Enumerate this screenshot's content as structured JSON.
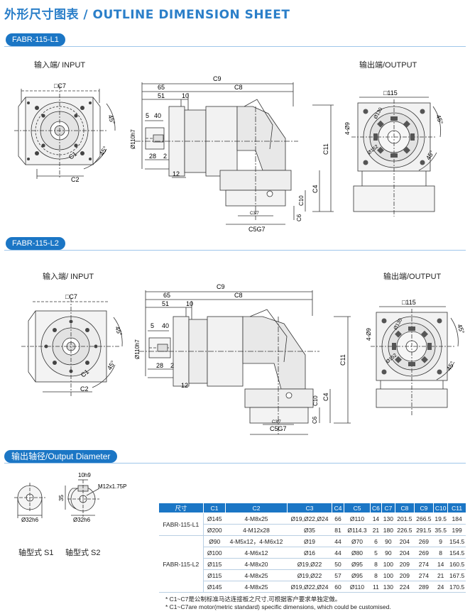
{
  "title": "外形尺寸图表 / OUTLINE DIMENSION SHEET",
  "sections": {
    "l1": {
      "model": "FABR-115-L1",
      "input_label": "输入端/ INPUT",
      "output_label": "输出端/OUTPUT"
    },
    "l2": {
      "model": "FABR-115-L2",
      "input_label": "输入端/ INPUT",
      "output_label": "输出端/OUTPUT"
    },
    "shaft": {
      "title": "输出轴径/Output Diameter",
      "s1_label": "轴型式 S1",
      "s2_label": "轴型式 S2",
      "s1_dia": "Ø32h6",
      "s2_dia": "Ø32h6",
      "s2_thread": "M12x1.75P",
      "s2_width": "10h9",
      "s2_height": "35"
    }
  },
  "dims": {
    "c7": "□C7",
    "c2": "C2",
    "c1": "C1",
    "deg45": "45°",
    "d65": "65",
    "d51": "51",
    "d10": "10",
    "c9": "C9",
    "c8": "C8",
    "d5": "5",
    "d40": "40",
    "d110": "Ø110h7",
    "d28": "28",
    "d2": "2",
    "d12": "12",
    "c11": "C11",
    "c4": "C4",
    "c10": "C10",
    "c6": "C6",
    "c3": "C3f7",
    "c5": "C5G7",
    "o115": "□115",
    "holes": "4-Ø9",
    "d130": "Ø130",
    "d152": "Ø152"
  },
  "table": {
    "headers": [
      "尺寸",
      "C1",
      "C2",
      "C3",
      "C4",
      "C5",
      "C6",
      "C7",
      "C8",
      "C9",
      "C10",
      "C11"
    ],
    "groups": [
      {
        "model": "FABR-115-L1",
        "rows": [
          [
            "Ø145",
            "4-M8x25",
            "Ø19,Ø22,Ø24",
            "66",
            "Ø110",
            "14",
            "130",
            "201.5",
            "266.5",
            "19.5",
            "184"
          ],
          [
            "Ø200",
            "4-M12x28",
            "Ø35",
            "81",
            "Ø114.3",
            "21",
            "180",
            "226.5",
            "291.5",
            "35.5",
            "199"
          ]
        ]
      },
      {
        "model": "FABR-115-L2",
        "rows": [
          [
            "Ø90",
            "4-M5x12，4-M6x12",
            "Ø19",
            "44",
            "Ø70",
            "6",
            "90",
            "204",
            "269",
            "9",
            "154.5"
          ],
          [
            "Ø100",
            "4-M6x12",
            "Ø16",
            "44",
            "Ø80",
            "5",
            "90",
            "204",
            "269",
            "8",
            "154.5"
          ],
          [
            "Ø115",
            "4-M8x20",
            "Ø19,Ø22",
            "50",
            "Ø95",
            "8",
            "100",
            "209",
            "274",
            "14",
            "160.5"
          ],
          [
            "Ø115",
            "4-M8x25",
            "Ø19,Ø22",
            "57",
            "Ø95",
            "8",
            "100",
            "209",
            "274",
            "21",
            "167.5"
          ],
          [
            "Ø145",
            "4-M8x25",
            "Ø19,Ø22,Ø24",
            "60",
            "Ø110",
            "11",
            "130",
            "224",
            "289",
            "24",
            "170.5"
          ]
        ]
      }
    ]
  },
  "notes": [
    "* C1~C7是公制标准马达连接板之尺寸,可根据客户要求单独定做。",
    "* C1~C7are motor(metric standard)  specific dimensions, which could be customised."
  ],
  "colors": {
    "accent": "#1b76c5",
    "title": "#2b7fc9",
    "line": "#333333",
    "part": "#f2f2f2",
    "shade": "#b8b8b8"
  }
}
